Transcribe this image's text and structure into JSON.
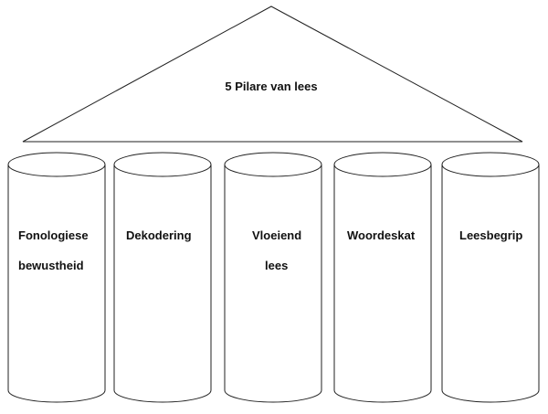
{
  "roof": {
    "title": "5 Pilare van lees"
  },
  "pillars": [
    {
      "line1": "Fonologiese",
      "line2": "bewustheid"
    },
    {
      "line1": "Dekodering",
      "line2": ""
    },
    {
      "line1": "Vloeiend",
      "line2": "lees"
    },
    {
      "line1": "Woordeskat",
      "line2": ""
    },
    {
      "line1": "Leesbegrip",
      "line2": ""
    }
  ]
}
